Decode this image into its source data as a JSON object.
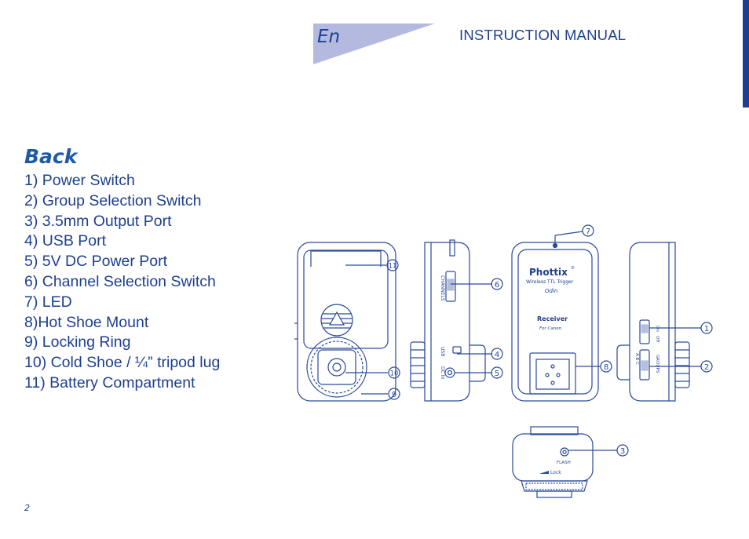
{
  "header": {
    "language": "En",
    "title": "INSTRUCTION MANUAL"
  },
  "section": {
    "title": "Back",
    "items": [
      "1) Power Switch",
      "2) Group Selection Switch",
      "3) 3.5mm Output Port",
      "4) USB Port",
      "5) 5V DC Power Port",
      "6) Channel Selection Switch",
      "7) LED",
      "8)Hot Shoe Mount",
      "9) Locking Ring",
      "10) Cold Shoe / ¼” tripod lug",
      "11) Battery Compartment"
    ]
  },
  "device": {
    "brand": "Phottix",
    "brand_mark": "®",
    "product_line": "Wireless TTL Trigger",
    "model": "Odin",
    "unit": "Receiver",
    "system": "For Canon",
    "labels": {
      "channels": "CHANNELS",
      "usb": "USB",
      "dc_in": "DC In",
      "on": "On",
      "off": "Off",
      "groups": "GROUPS",
      "group_letters": "A B C",
      "flash": "FLASH",
      "lock": "Lock"
    }
  },
  "callouts": {
    "n1": "1",
    "n2": "2",
    "n3": "3",
    "n4": "4",
    "n5": "5",
    "n6": "6",
    "n7": "7",
    "n8": "8",
    "n9": "9",
    "n10": "10",
    "n11": "11"
  },
  "footer": {
    "page_number": "2"
  },
  "colors": {
    "primary": "#1d3f92",
    "title_accent": "#1d5ba8",
    "tab_fill": "#b3b9df",
    "drawing": "#2a4a9a"
  }
}
